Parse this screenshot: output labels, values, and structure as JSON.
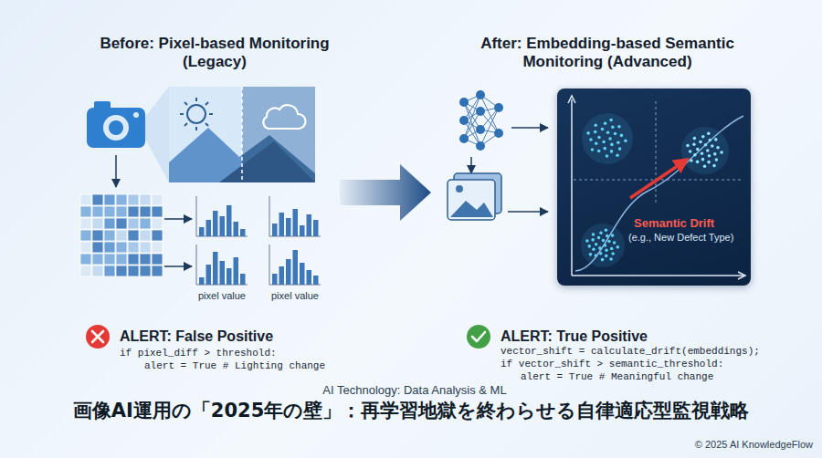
{
  "diagram": {
    "title": "画像AI運用の「2025年の壁」：再学習地獄を終わらせる自律適応型監視戦略",
    "nodes": [
      {
        "text": [
          "Semantic Drift",
          "(e.g., New Defect Type)"
        ]
      }
    ],
    "labels": [
      "Before: Pixel-based Monitoring (Legacy)",
      "After: Embedding-based Semantic Monitoring (Advanced)",
      "pixel value",
      "pixel value",
      "ALERT: False Positive",
      "if pixel_diff > threshold:",
      "alert = True # Lighting change",
      "ALERT: True Positive",
      "vector_shift = calculate_drift(embeddings);",
      "if vector_shift > semantic_threshold:",
      "alert = True # Meaningful change",
      "AI Technology: Data Analysis & ML",
      "© 2025 AI KnowledgeFlow"
    ]
  }
}
